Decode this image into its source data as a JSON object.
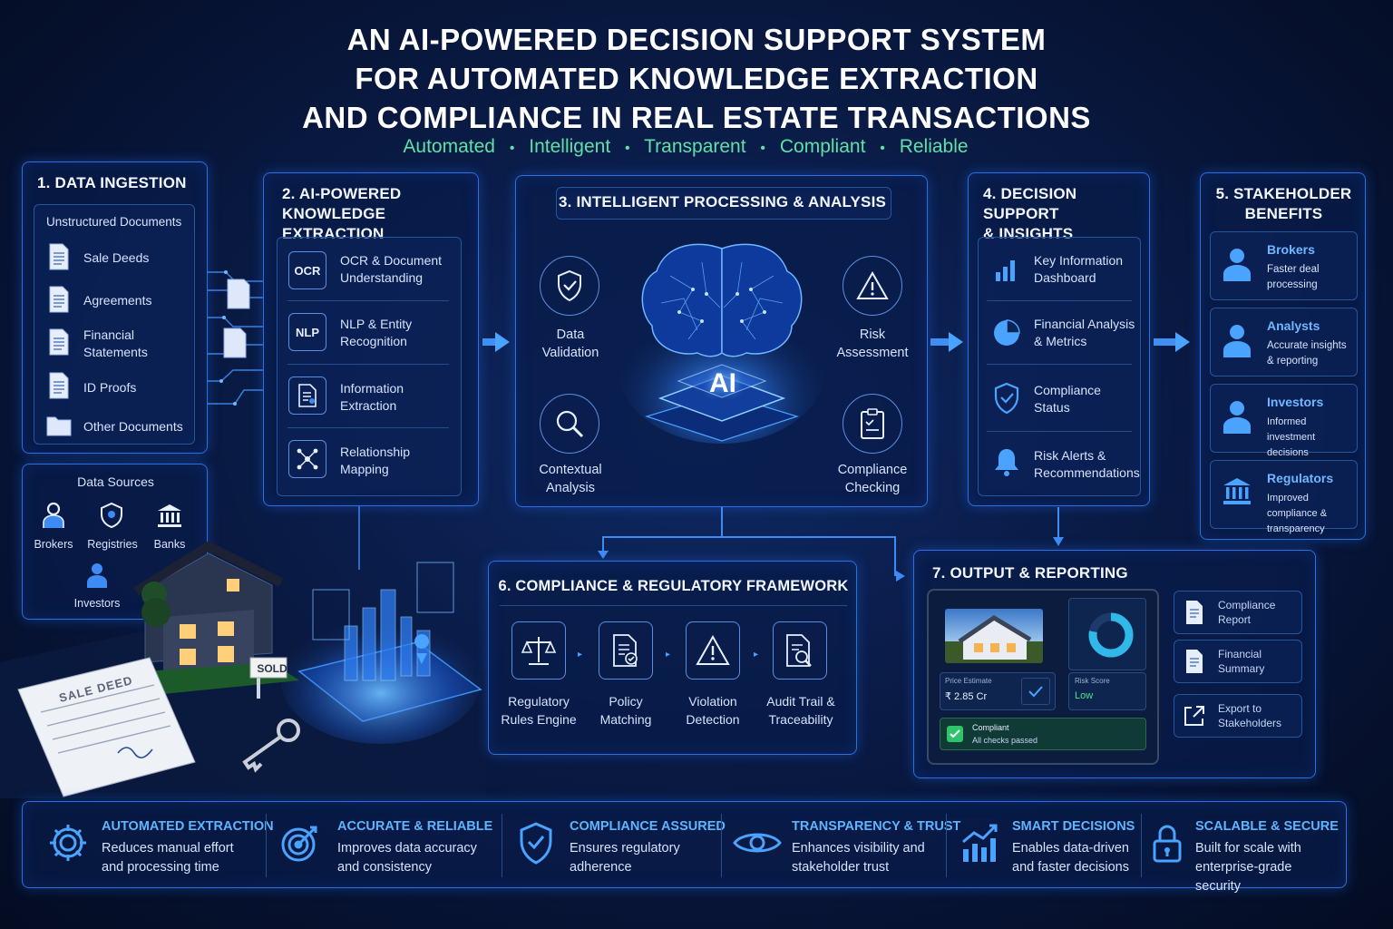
{
  "title": {
    "line1": "AN AI-POWERED DECISION SUPPORT SYSTEM",
    "line2": "FOR AUTOMATED KNOWLEDGE EXTRACTION",
    "line3": "AND COMPLIANCE IN REAL ESTATE TRANSACTIONS"
  },
  "tagline": [
    "Automated",
    "Intelligent",
    "Transparent",
    "Compliant",
    "Reliable"
  ],
  "tagline_sep": "•",
  "ingestion": {
    "title": "1. DATA INGESTION",
    "docs_title": "Unstructured Documents",
    "docs": [
      "Sale Deeds",
      "Agreements",
      "Financial Statements",
      "ID Proofs",
      "Other Documents"
    ],
    "sources_title": "Data Sources",
    "sources": [
      "Brokers",
      "Registries",
      "Banks",
      "Investors"
    ]
  },
  "extraction": {
    "title_line1": "2. AI-POWERED",
    "title_line2": "KNOWLEDGE EXTRACTION",
    "items": [
      {
        "badge": "OCR",
        "label": "OCR & Document Understanding"
      },
      {
        "badge": "NLP",
        "label": "NLP & Entity Recognition"
      },
      {
        "badge": "",
        "label": "Information Extraction"
      },
      {
        "badge": "",
        "label": "Relationship Mapping"
      }
    ]
  },
  "processing": {
    "title": "3. INTELLIGENT PROCESSING & ANALYSIS",
    "chip": "AI",
    "items": [
      "Data Validation",
      "Risk Assessment",
      "Contextual Analysis",
      "Compliance Checking"
    ]
  },
  "decision": {
    "title_line1": "4. DECISION SUPPORT",
    "title_line2": "& INSIGHTS",
    "items": [
      "Key Information Dashboard",
      "Financial Analysis & Metrics",
      "Compliance Status",
      "Risk Alerts & Recommendations"
    ]
  },
  "stakeholders": {
    "title_line1": "5. STAKEHOLDER",
    "title_line2": "BENEFITS",
    "items": [
      {
        "name": "Brokers",
        "text": "Faster deal processing"
      },
      {
        "name": "Analysts",
        "text": "Accurate insights & reporting"
      },
      {
        "name": "Investors",
        "text": "Informed investment decisions"
      },
      {
        "name": "Regulators",
        "text": "Improved compliance & transparency"
      }
    ]
  },
  "compliance": {
    "title": "6. COMPLIANCE & REGULATORY FRAMEWORK",
    "items": [
      "Regulatory Rules Engine",
      "Policy Matching",
      "Violation Detection",
      "Audit Trail & Traceability"
    ]
  },
  "output": {
    "title": "7. OUTPUT & REPORTING",
    "price_label": "Price Estimate",
    "price_value": "₹ 2.85 Cr",
    "risk_label": "Risk Score",
    "risk_value": "Low",
    "status_title": "Compliant",
    "status_text": "All checks passed",
    "donut_fraction": 0.78,
    "items": [
      "Compliance Report",
      "Financial Summary",
      "Export to Stakeholders"
    ]
  },
  "illustration": {
    "deed_text": "SALE DEED",
    "sold_text": "SOLD"
  },
  "benefits": [
    {
      "title": "AUTOMATED EXTRACTION",
      "text": "Reduces manual effort and processing time"
    },
    {
      "title": "ACCURATE & RELIABLE",
      "text": "Improves data accuracy and consistency"
    },
    {
      "title": "COMPLIANCE ASSURED",
      "text": "Ensures regulatory adherence"
    },
    {
      "title": "TRANSPARENCY & TRUST",
      "text": "Enhances visibility and stakeholder trust"
    },
    {
      "title": "SMART DECISIONS",
      "text": "Enables data-driven and faster decisions"
    },
    {
      "title": "SCALABLE & SECURE",
      "text": "Built for scale with enterprise-grade security"
    }
  ],
  "colors": {
    "accent": "#4aa3ff",
    "tagline": "#5fe0a8",
    "panel_border": "#2c6fe0",
    "compliant_green": "#2fc36a",
    "risk_low": "#4be08a"
  }
}
